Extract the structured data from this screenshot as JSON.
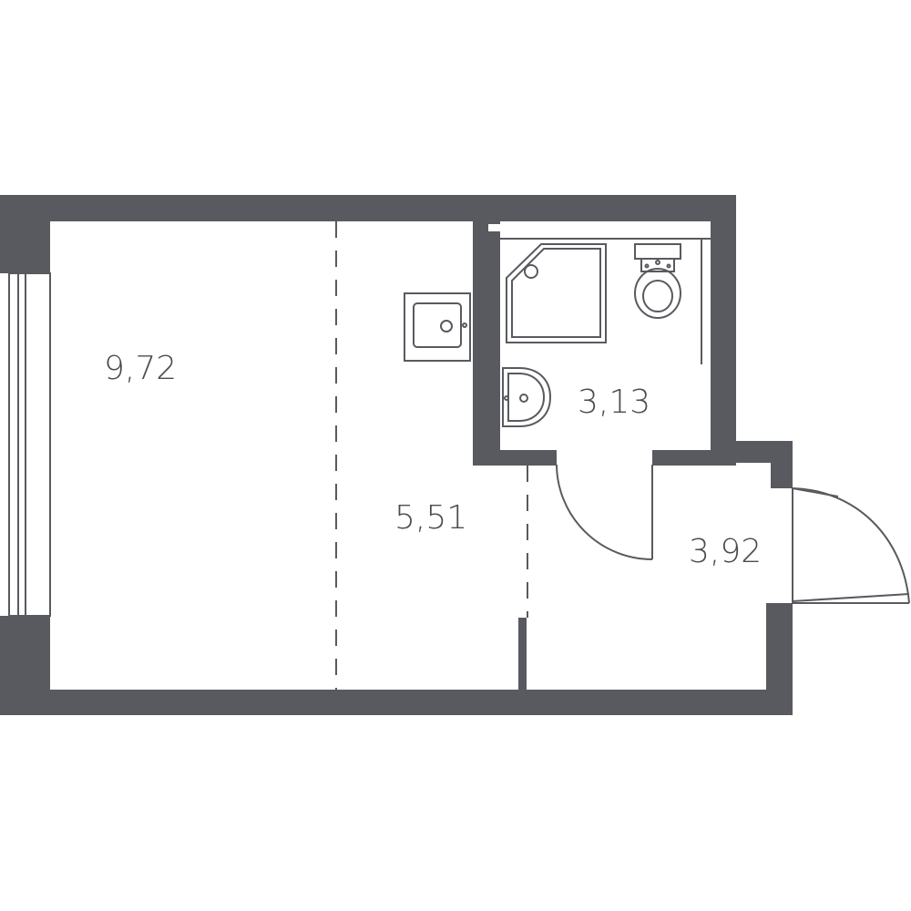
{
  "colors": {
    "wall": "#595a5f",
    "fixture": "#595a5f",
    "background": "#ffffff",
    "label": "#4b4c52"
  },
  "rooms": {
    "living": {
      "area": "9,72"
    },
    "kitchen": {
      "area": "5,51"
    },
    "bathroom": {
      "area": "3,13"
    },
    "hallway": {
      "area": "3,92"
    }
  }
}
